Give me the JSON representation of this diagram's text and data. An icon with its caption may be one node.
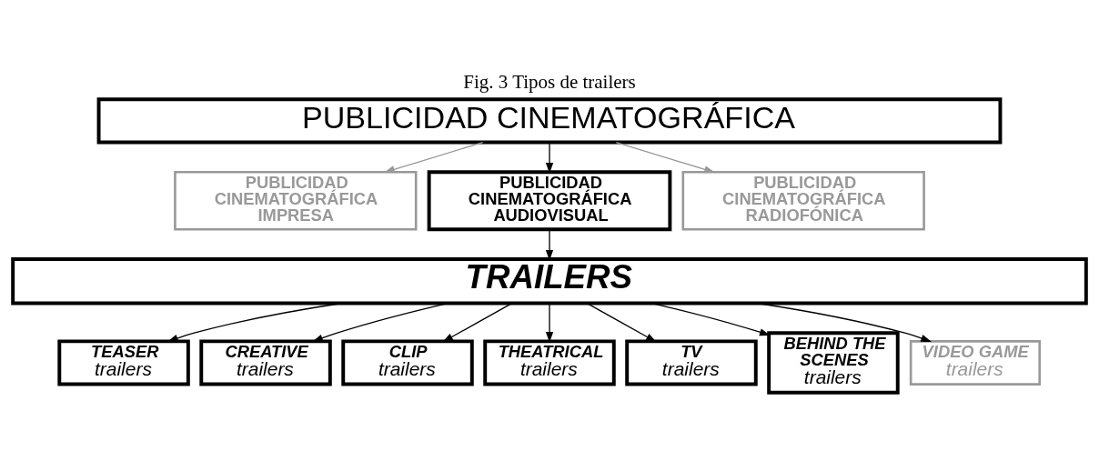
{
  "diagram": {
    "title": "Fig. 3 Tipos de trailers",
    "nodes": [
      {
        "text": [
          "PUBLICIDAD CINEMATOGRÁFICA"
        ]
      },
      {
        "text": [
          "PUBLICIDAD CINEMATOGRÁFICA IMPRESA"
        ]
      },
      {
        "text": [
          "PUBLICIDAD CINEMATOGRÁFICA AUDIOVISUAL"
        ]
      },
      {
        "text": [
          "PUBLICIDAD CINEMATOGRÁFICA RADIOFÓNICA"
        ]
      },
      {
        "text": [
          "TRAILERS"
        ]
      },
      {
        "text": [
          "TEASER",
          "trailers"
        ]
      },
      {
        "text": [
          "CREATIVE",
          "trailers"
        ]
      },
      {
        "text": [
          "CLIP",
          "trailers"
        ]
      },
      {
        "text": [
          "THEATRICAL",
          "trailers"
        ]
      },
      {
        "text": [
          "TV",
          "trailers"
        ]
      },
      {
        "text": [
          "BEHIND THE SCENES",
          "trailers"
        ]
      },
      {
        "text": [
          "VIDEO GAME",
          "trailers"
        ]
      }
    ],
    "edges": [
      {
        "from": 0,
        "to": 1,
        "arrow": "to",
        "color": "#999999"
      },
      {
        "from": 0,
        "to": 2,
        "arrow": "to"
      },
      {
        "from": 0,
        "to": 3,
        "arrow": "to",
        "color": "#999999"
      },
      {
        "from": 2,
        "to": 4,
        "arrow": "to"
      },
      {
        "from": 4,
        "to": 5,
        "arrow": "to"
      },
      {
        "from": 4,
        "to": 6,
        "arrow": "to"
      },
      {
        "from": 4,
        "to": 7,
        "arrow": "to"
      },
      {
        "from": 4,
        "to": 8,
        "arrow": "to"
      },
      {
        "from": 4,
        "to": 9,
        "arrow": "to"
      },
      {
        "from": 4,
        "to": 10,
        "arrow": "to"
      },
      {
        "from": 4,
        "to": 11,
        "arrow": "to"
      }
    ]
  }
}
